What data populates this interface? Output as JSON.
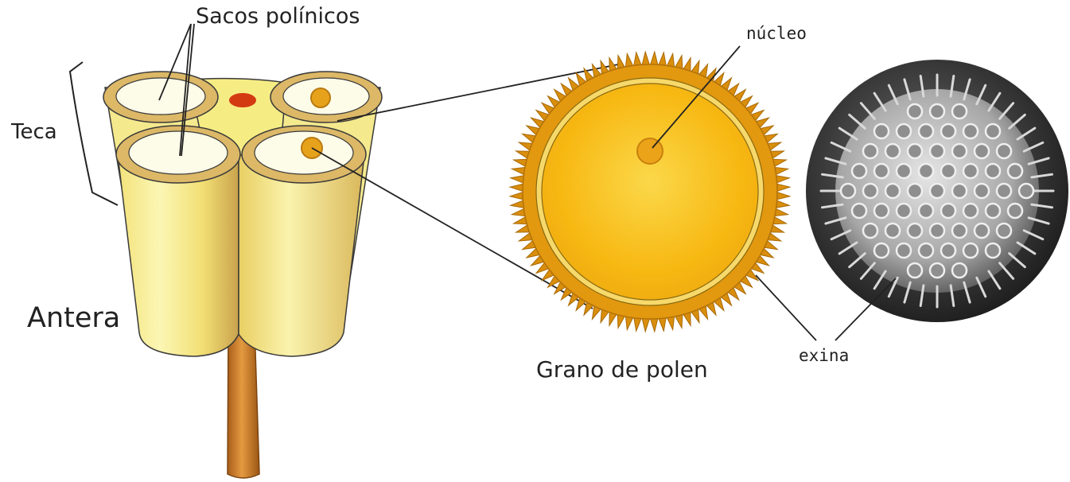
{
  "labels": {
    "pollen_sacs": "Sacos polínicos",
    "theca": "Teca",
    "anther": "Antera",
    "nucleus": "núcleo",
    "pollen_grain": "Grano de polen",
    "exine": "exina"
  },
  "colors": {
    "anther_light": "#fbf7b5",
    "anther_mid": "#f6ec84",
    "anther_dark": "#c7a24c",
    "sac_wall": "#dcb867",
    "sac_fill": "#fdfce9",
    "connective_dot": "#d33a12",
    "filament": "#c57a2a",
    "pollen_outer": "#e2980f",
    "pollen_inner": "#f9bf1a",
    "exine_photo_bg": "#3a3a3a",
    "exine_photo_grain": "#c9c9c9",
    "leader_line": "#222222"
  }
}
